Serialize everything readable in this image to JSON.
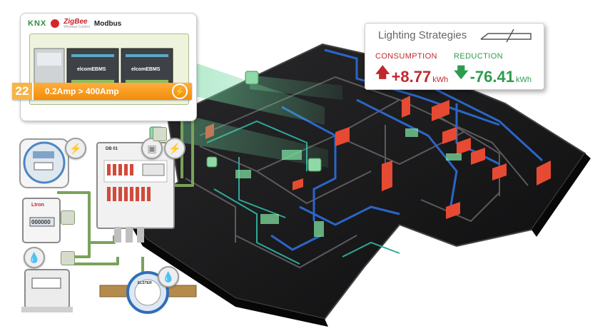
{
  "protocols": {
    "knx": "KNX",
    "zigbee": "ZigBee",
    "zigbee_sub": "Wireless Control",
    "modbus": "Modbus"
  },
  "controller": {
    "brand_1": "elcomEBMS",
    "brand_2": "elcomEBMS"
  },
  "amp_bar": {
    "number": "22",
    "range": "0.2Amp > 400Amp",
    "icon": "lightning-circle-icon"
  },
  "lighting": {
    "title": "Lighting Strategies",
    "consumption_label": "CONSUMPTION",
    "consumption_value": "+8.77",
    "consumption_unit": "kWh",
    "reduction_label": "REDUCTION",
    "reduction_value": "-76.41",
    "reduction_unit": "kWh"
  },
  "meters": {
    "breaker_label": "DB 01",
    "gas_brand": "Ltron",
    "gas_display": "000000",
    "water_brand": "ELSTER"
  },
  "colors": {
    "consumption": "#c0282e",
    "reduction": "#2f9b4e",
    "amp_bar": "#f39a1a",
    "wire": "#7aa35a",
    "data_line": "#2a66c8"
  }
}
